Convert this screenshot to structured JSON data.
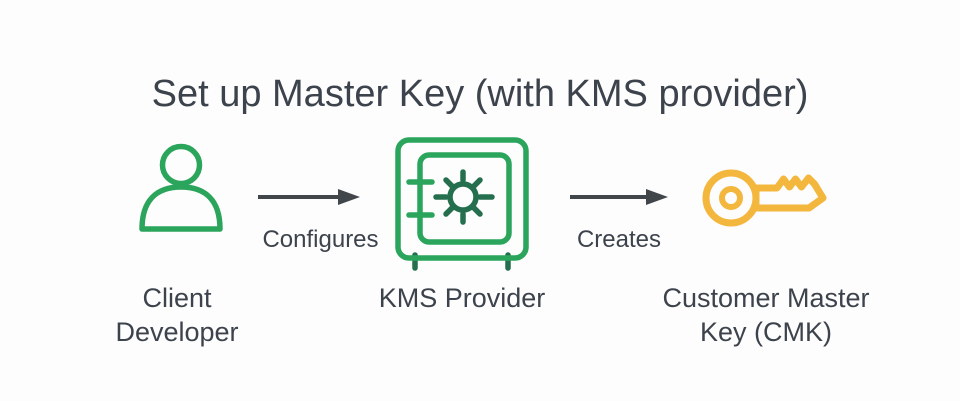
{
  "title": "Set up Master Key (with KMS provider)",
  "nodes": [
    {
      "id": "client-developer",
      "label": "Client\nDeveloper",
      "icon": "person-icon"
    },
    {
      "id": "kms-provider",
      "label": "KMS Provider",
      "icon": "safe-icon"
    },
    {
      "id": "customer-master-key",
      "label": "Customer Master\nKey (CMK)",
      "icon": "key-icon"
    }
  ],
  "edges": [
    {
      "from": "client-developer",
      "to": "kms-provider",
      "label": "Configures"
    },
    {
      "from": "kms-provider",
      "to": "customer-master-key",
      "label": "Creates"
    }
  ],
  "colors": {
    "background": "#fdfdfd",
    "text": "#3d434c",
    "arrow": "#41464b",
    "green": "#2ba55c",
    "green_dark": "#256f4f",
    "gold": "#f4b73d"
  }
}
